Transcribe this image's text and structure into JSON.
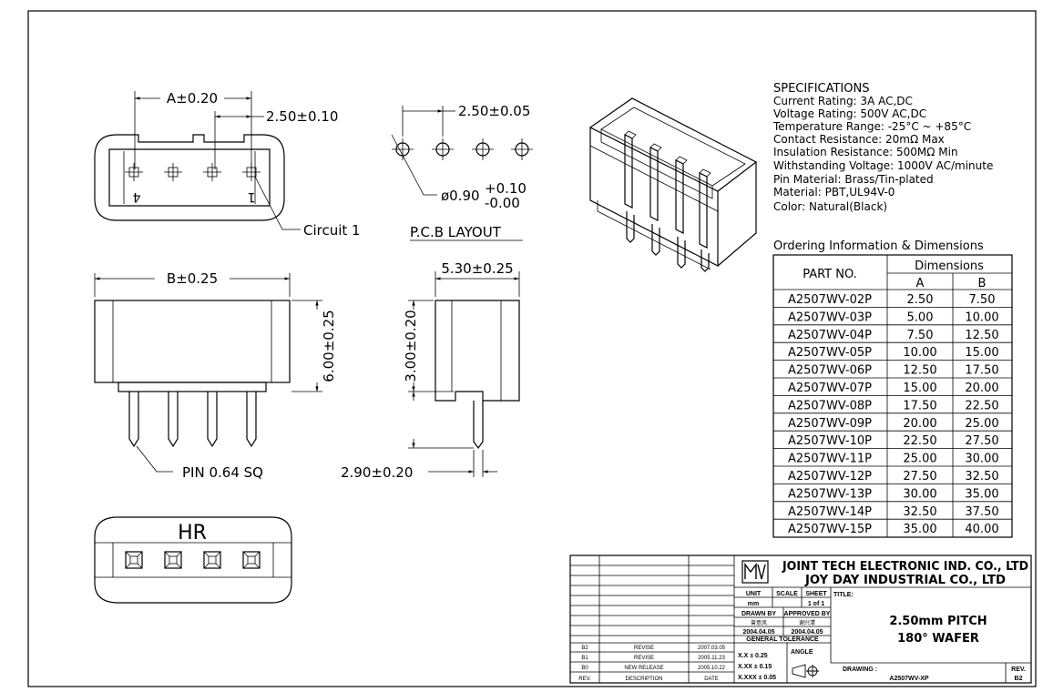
{
  "specifications": {
    "title": "SPECIFICATIONS",
    "lines": [
      "Current Rating: 3A AC,DC",
      "Voltage Rating: 500V AC,DC",
      "Temperature Range: -25°C ~ +85°C",
      "Contact Resistance: 20mΩ Max",
      "Insulation Resistance: 500MΩ Min",
      "Withstanding Voltage: 1000V AC/minute",
      "Pin Material: Brass/Tin-plated",
      "Material: PBT,UL94V-0",
      "Color: Natural(Black)"
    ]
  },
  "ordering": {
    "title": "Ordering Information & Dimensions",
    "part_header": "PART NO.",
    "dims_header": "Dimensions",
    "col_a": "A",
    "col_b": "B",
    "rows": [
      [
        "A2507WV-02P",
        "2.50",
        "7.50"
      ],
      [
        "A2507WV-03P",
        "5.00",
        "10.00"
      ],
      [
        "A2507WV-04P",
        "7.50",
        "12.50"
      ],
      [
        "A2507WV-05P",
        "10.00",
        "15.00"
      ],
      [
        "A2507WV-06P",
        "12.50",
        "17.50"
      ],
      [
        "A2507WV-07P",
        "15.00",
        "20.00"
      ],
      [
        "A2507WV-08P",
        "17.50",
        "22.50"
      ],
      [
        "A2507WV-09P",
        "20.00",
        "25.00"
      ],
      [
        "A2507WV-10P",
        "22.50",
        "27.50"
      ],
      [
        "A2507WV-11P",
        "25.00",
        "30.00"
      ],
      [
        "A2507WV-12P",
        "27.50",
        "32.50"
      ],
      [
        "A2507WV-13P",
        "30.00",
        "35.00"
      ],
      [
        "A2507WV-14P",
        "32.50",
        "37.50"
      ],
      [
        "A2507WV-15P",
        "35.00",
        "40.00"
      ]
    ]
  },
  "dimensions": {
    "a": "A±0.20",
    "pitch": "2.50±0.10",
    "pcb_pitch": "2.50±0.05",
    "hole": "ø0.90",
    "hole_plus": "+0.10",
    "hole_minus": "-0.00",
    "circuit": "Circuit 1",
    "pcb_layout": "P.C.B LAYOUT",
    "b": "B±0.25",
    "height": "6.00±0.25",
    "depth": "5.30±0.25",
    "body_h": "3.00±0.20",
    "pin_len": "2.90±0.20",
    "pin": "PIN 0.64 SQ",
    "logo": "HR",
    "pin_num_4": "4",
    "pin_num_1": "1"
  },
  "title_block": {
    "company1": "JOINT TECH ELECTRONIC IND. CO., LTD",
    "company2": "JOY DAY INDUSTRIAL CO., LTD",
    "unit_label": "UNIT",
    "scale_label": "SCALE",
    "sheet_label": "SHEET",
    "unit_val": "mm",
    "sheet_val": "1 of 1",
    "title_label": "TITLE:",
    "title1": "2.50mm PITCH",
    "title2": "180° WAFER",
    "drawn_by_label": "DRAWN BY",
    "approved_by_label": "APPROVED BY",
    "drawn_by_name": "曾意凤",
    "approved_by_name": "谢兴清",
    "drawn_date": "2004.04.05",
    "approved_date": "2004.04.05",
    "tolerance_label": "GENERAL TOLERANCE",
    "tol1": "X.X ± 0.25",
    "tol2": "X.XX ± 0.15",
    "tol3": "X.XXX ± 0.05",
    "angle_label": "ANGLE",
    "drawing_no_label": "DRAWING :",
    "drawing_no": "A2507WV-XP",
    "rev_label": "REV.",
    "rev_val": "B2",
    "revisions": [
      [
        "B2",
        "REVISE",
        "2007.03.05"
      ],
      [
        "B1",
        "REVISE",
        "2005.11.23"
      ],
      [
        "B0",
        "NEW RELEASE",
        "2005.10.22"
      ]
    ],
    "rev_col": "REV.",
    "desc_col": "DESCRIPTION",
    "date_col": "DATE"
  }
}
